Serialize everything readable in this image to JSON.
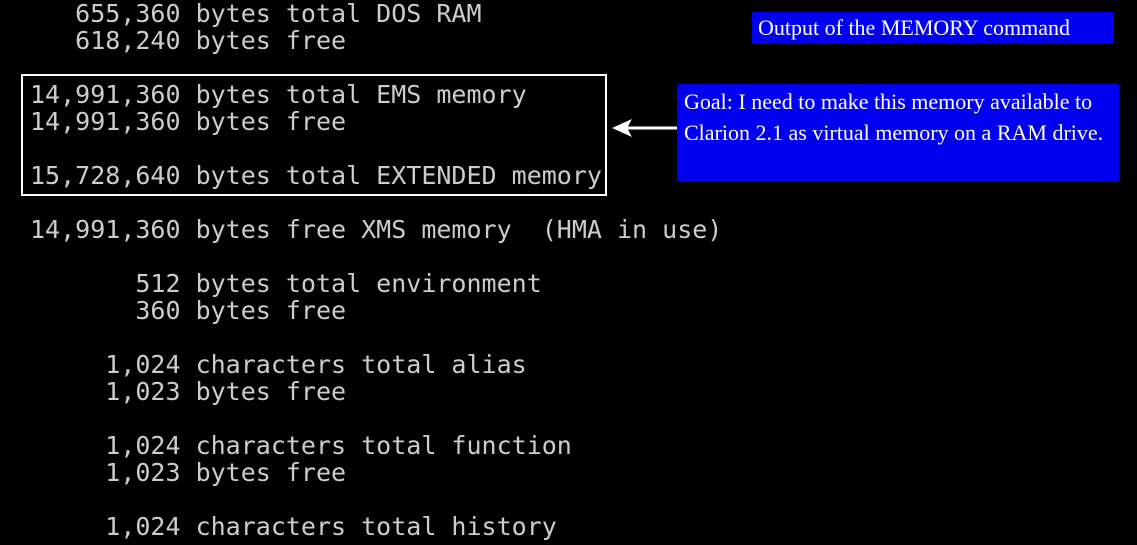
{
  "terminal": {
    "lines": [
      "   655,360 bytes total DOS RAM",
      "   618,240 bytes free",
      "14,991,360 bytes total EMS memory",
      "14,991,360 bytes free",
      "15,728,640 bytes total EXTENDED memory",
      "14,991,360 bytes free XMS memory  (HMA in use)",
      "       512 bytes total environment",
      "       360 bytes free",
      "     1,024 characters total alias",
      "     1,023 bytes free",
      "     1,024 characters total function",
      "     1,023 bytes free",
      "     1,024 characters total history"
    ]
  },
  "annotations": {
    "title": "Output of the MEMORY command",
    "goal": "Goal: I need to make this memory available to Clarion 2.1 as virtual memory on a RAM drive."
  },
  "colors": {
    "background": "#000000",
    "terminal_text": "#cccccc",
    "callout_bg": "#0000ee",
    "callout_text": "#ffffff",
    "highlight_border": "#ffffff"
  },
  "icons": {
    "pointer": "left-arrow-icon"
  }
}
